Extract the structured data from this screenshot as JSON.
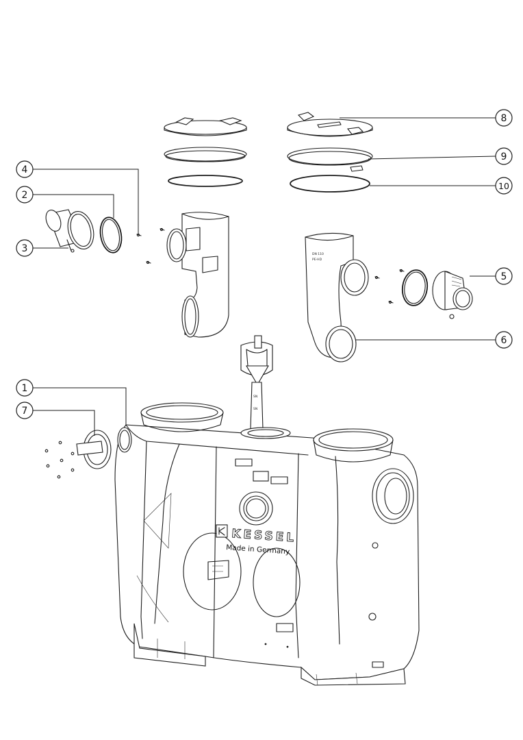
{
  "product_markings": {
    "brand": "KESSEL",
    "origin": "Made in Germany"
  },
  "callouts": [
    {
      "id": "callout-1",
      "label": "1"
    },
    {
      "id": "callout-2",
      "label": "2"
    },
    {
      "id": "callout-3",
      "label": "3"
    },
    {
      "id": "callout-4",
      "label": "4"
    },
    {
      "id": "callout-5",
      "label": "5"
    },
    {
      "id": "callout-6",
      "label": "6"
    },
    {
      "id": "callout-7",
      "label": "7"
    },
    {
      "id": "callout-8",
      "label": "8"
    },
    {
      "id": "callout-9",
      "label": "9"
    },
    {
      "id": "callout-10",
      "label": "10"
    }
  ]
}
